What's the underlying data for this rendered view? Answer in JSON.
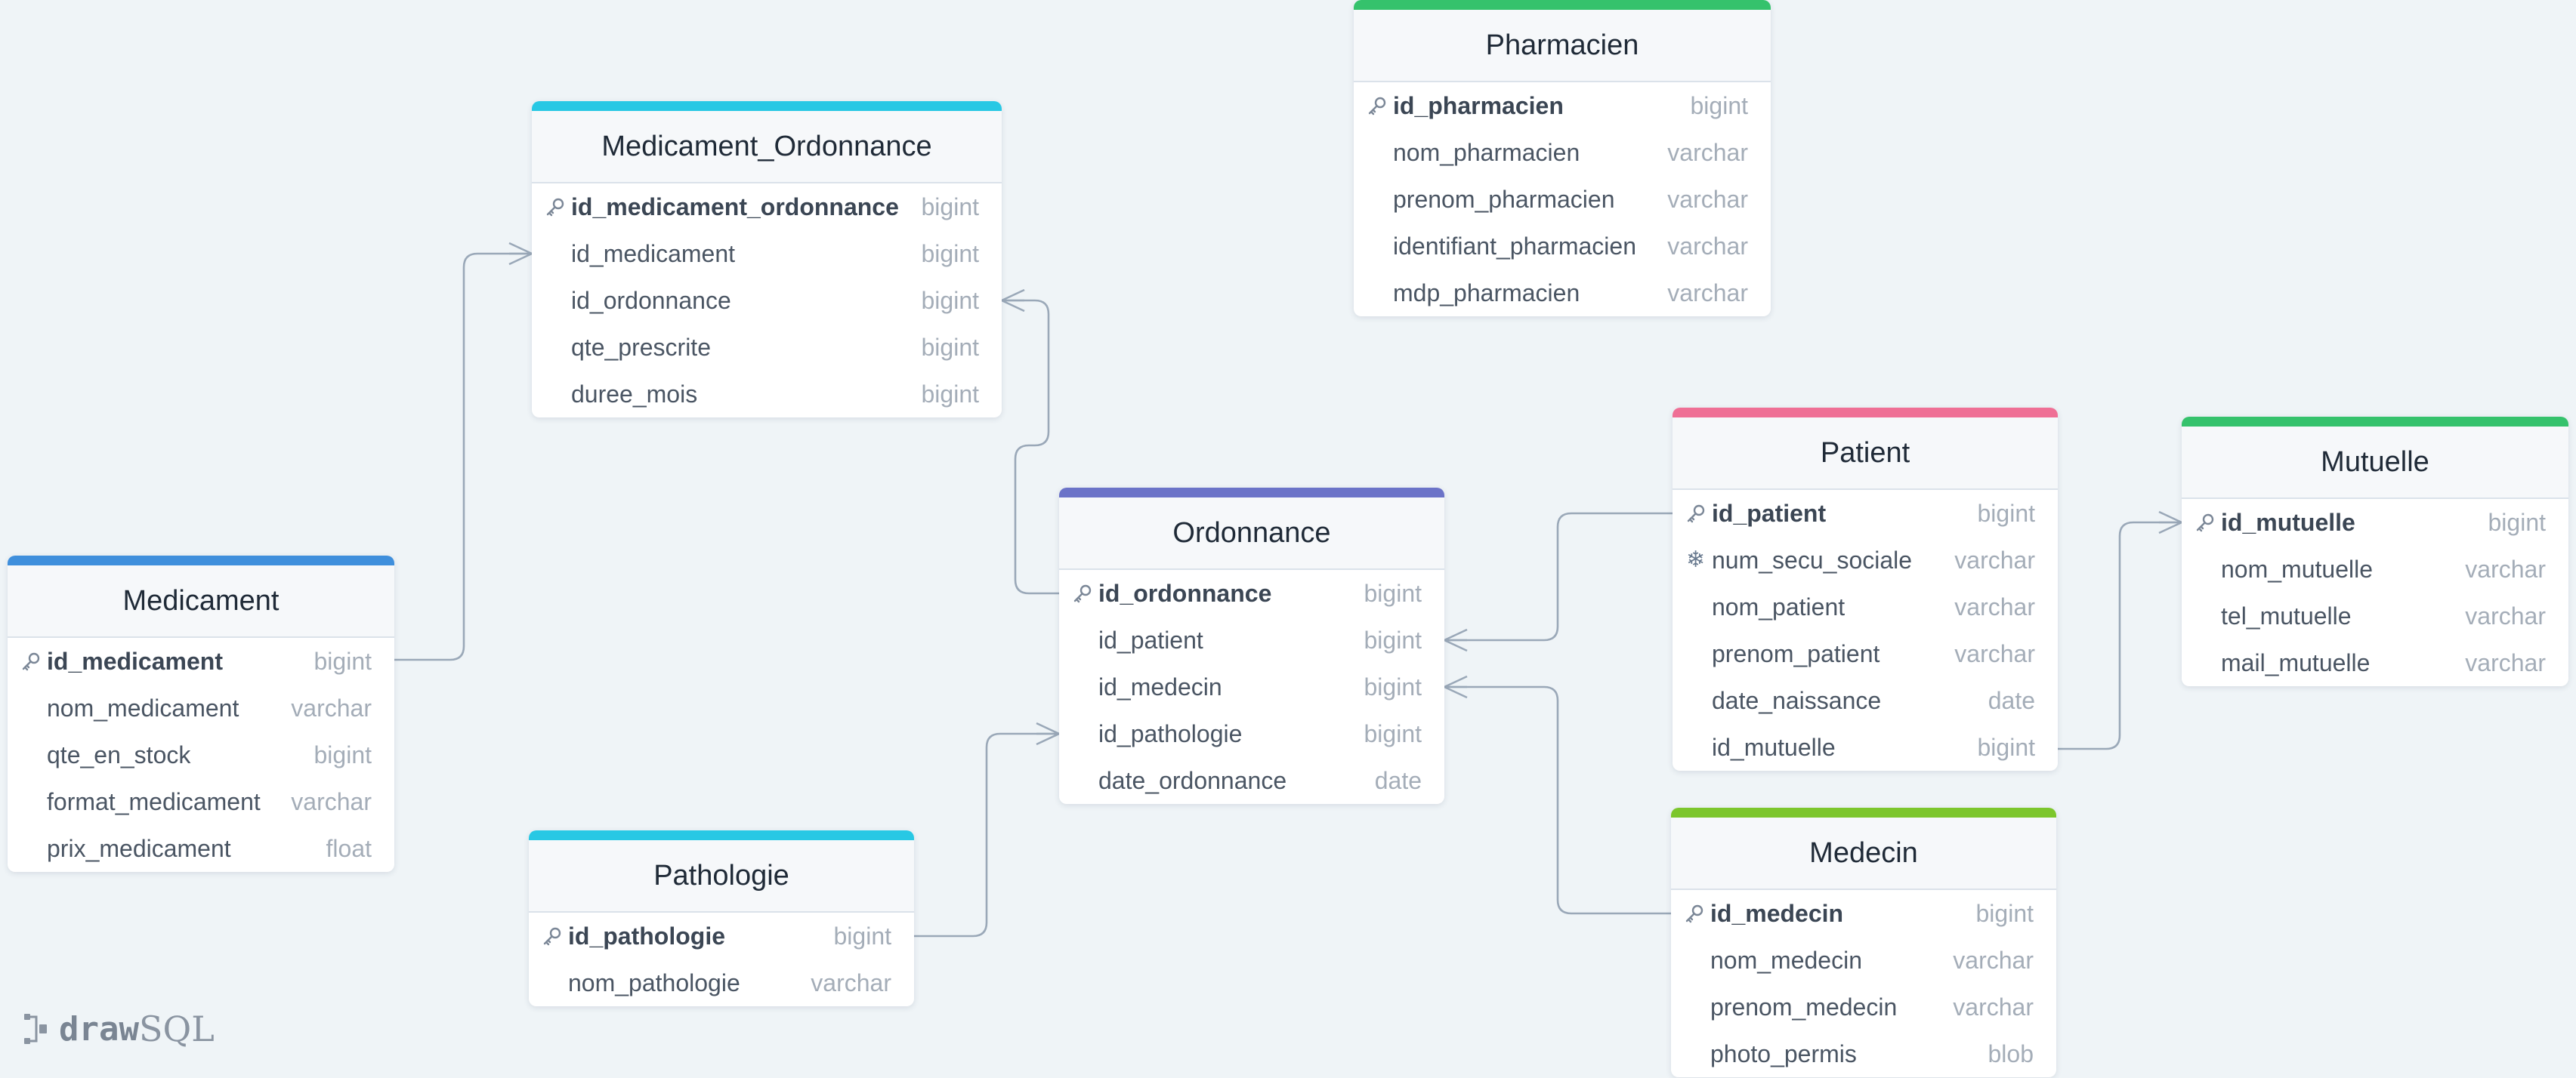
{
  "colors": {
    "background": "#eff4f7",
    "connector": "#9aa8b8",
    "key_icon": "#7b8797"
  },
  "brand": {
    "draw": "draw",
    "sql": "SQL"
  },
  "tables": {
    "pharmacien": {
      "name": "Pharmacien",
      "accent": "#35c26c",
      "columns": [
        {
          "name": "id_pharmacien",
          "type": "bigint",
          "key": "primary"
        },
        {
          "name": "nom_pharmacien",
          "type": "varchar"
        },
        {
          "name": "prenom_pharmacien",
          "type": "varchar"
        },
        {
          "name": "identifiant_pharmacien",
          "type": "varchar"
        },
        {
          "name": "mdp_pharmacien",
          "type": "varchar"
        }
      ]
    },
    "medicament_ordonnance": {
      "name": "Medicament_Ordonnance",
      "accent": "#28c8e4",
      "columns": [
        {
          "name": "id_medicament_ordonnance",
          "type": "bigint",
          "key": "primary"
        },
        {
          "name": "id_medicament",
          "type": "bigint"
        },
        {
          "name": "id_ordonnance",
          "type": "bigint"
        },
        {
          "name": "qte_prescrite",
          "type": "bigint"
        },
        {
          "name": "duree_mois",
          "type": "bigint"
        }
      ]
    },
    "ordonnance": {
      "name": "Ordonnance",
      "accent": "#6b73c8",
      "columns": [
        {
          "name": "id_ordonnance",
          "type": "bigint",
          "key": "primary"
        },
        {
          "name": "id_patient",
          "type": "bigint"
        },
        {
          "name": "id_medecin",
          "type": "bigint"
        },
        {
          "name": "id_pathologie",
          "type": "bigint"
        },
        {
          "name": "date_ordonnance",
          "type": "date"
        }
      ]
    },
    "patient": {
      "name": "Patient",
      "accent": "#ef6f95",
      "columns": [
        {
          "name": "id_patient",
          "type": "bigint",
          "key": "primary"
        },
        {
          "name": "num_secu_sociale",
          "type": "varchar",
          "key": "unique"
        },
        {
          "name": "nom_patient",
          "type": "varchar"
        },
        {
          "name": "prenom_patient",
          "type": "varchar"
        },
        {
          "name": "date_naissance",
          "type": "date"
        },
        {
          "name": "id_mutuelle",
          "type": "bigint"
        }
      ]
    },
    "mutuelle": {
      "name": "Mutuelle",
      "accent": "#35c26c",
      "columns": [
        {
          "name": "id_mutuelle",
          "type": "bigint",
          "key": "primary"
        },
        {
          "name": "nom_mutuelle",
          "type": "varchar"
        },
        {
          "name": "tel_mutuelle",
          "type": "varchar"
        },
        {
          "name": "mail_mutuelle",
          "type": "varchar"
        }
      ]
    },
    "medicament": {
      "name": "Medicament",
      "accent": "#3f8fdc",
      "columns": [
        {
          "name": "id_medicament",
          "type": "bigint",
          "key": "primary"
        },
        {
          "name": "nom_medicament",
          "type": "varchar"
        },
        {
          "name": "qte_en_stock",
          "type": "bigint"
        },
        {
          "name": "format_medicament",
          "type": "varchar"
        },
        {
          "name": "prix_medicament",
          "type": "float"
        }
      ]
    },
    "pathologie": {
      "name": "Pathologie",
      "accent": "#28c8e4",
      "columns": [
        {
          "name": "id_pathologie",
          "type": "bigint",
          "key": "primary"
        },
        {
          "name": "nom_pathologie",
          "type": "varchar"
        }
      ]
    },
    "medecin": {
      "name": "Medecin",
      "accent": "#7cc62c",
      "columns": [
        {
          "name": "id_medecin",
          "type": "bigint",
          "key": "primary"
        },
        {
          "name": "nom_medecin",
          "type": "varchar"
        },
        {
          "name": "prenom_medecin",
          "type": "varchar"
        },
        {
          "name": "photo_permis",
          "type": "blob"
        }
      ]
    }
  }
}
